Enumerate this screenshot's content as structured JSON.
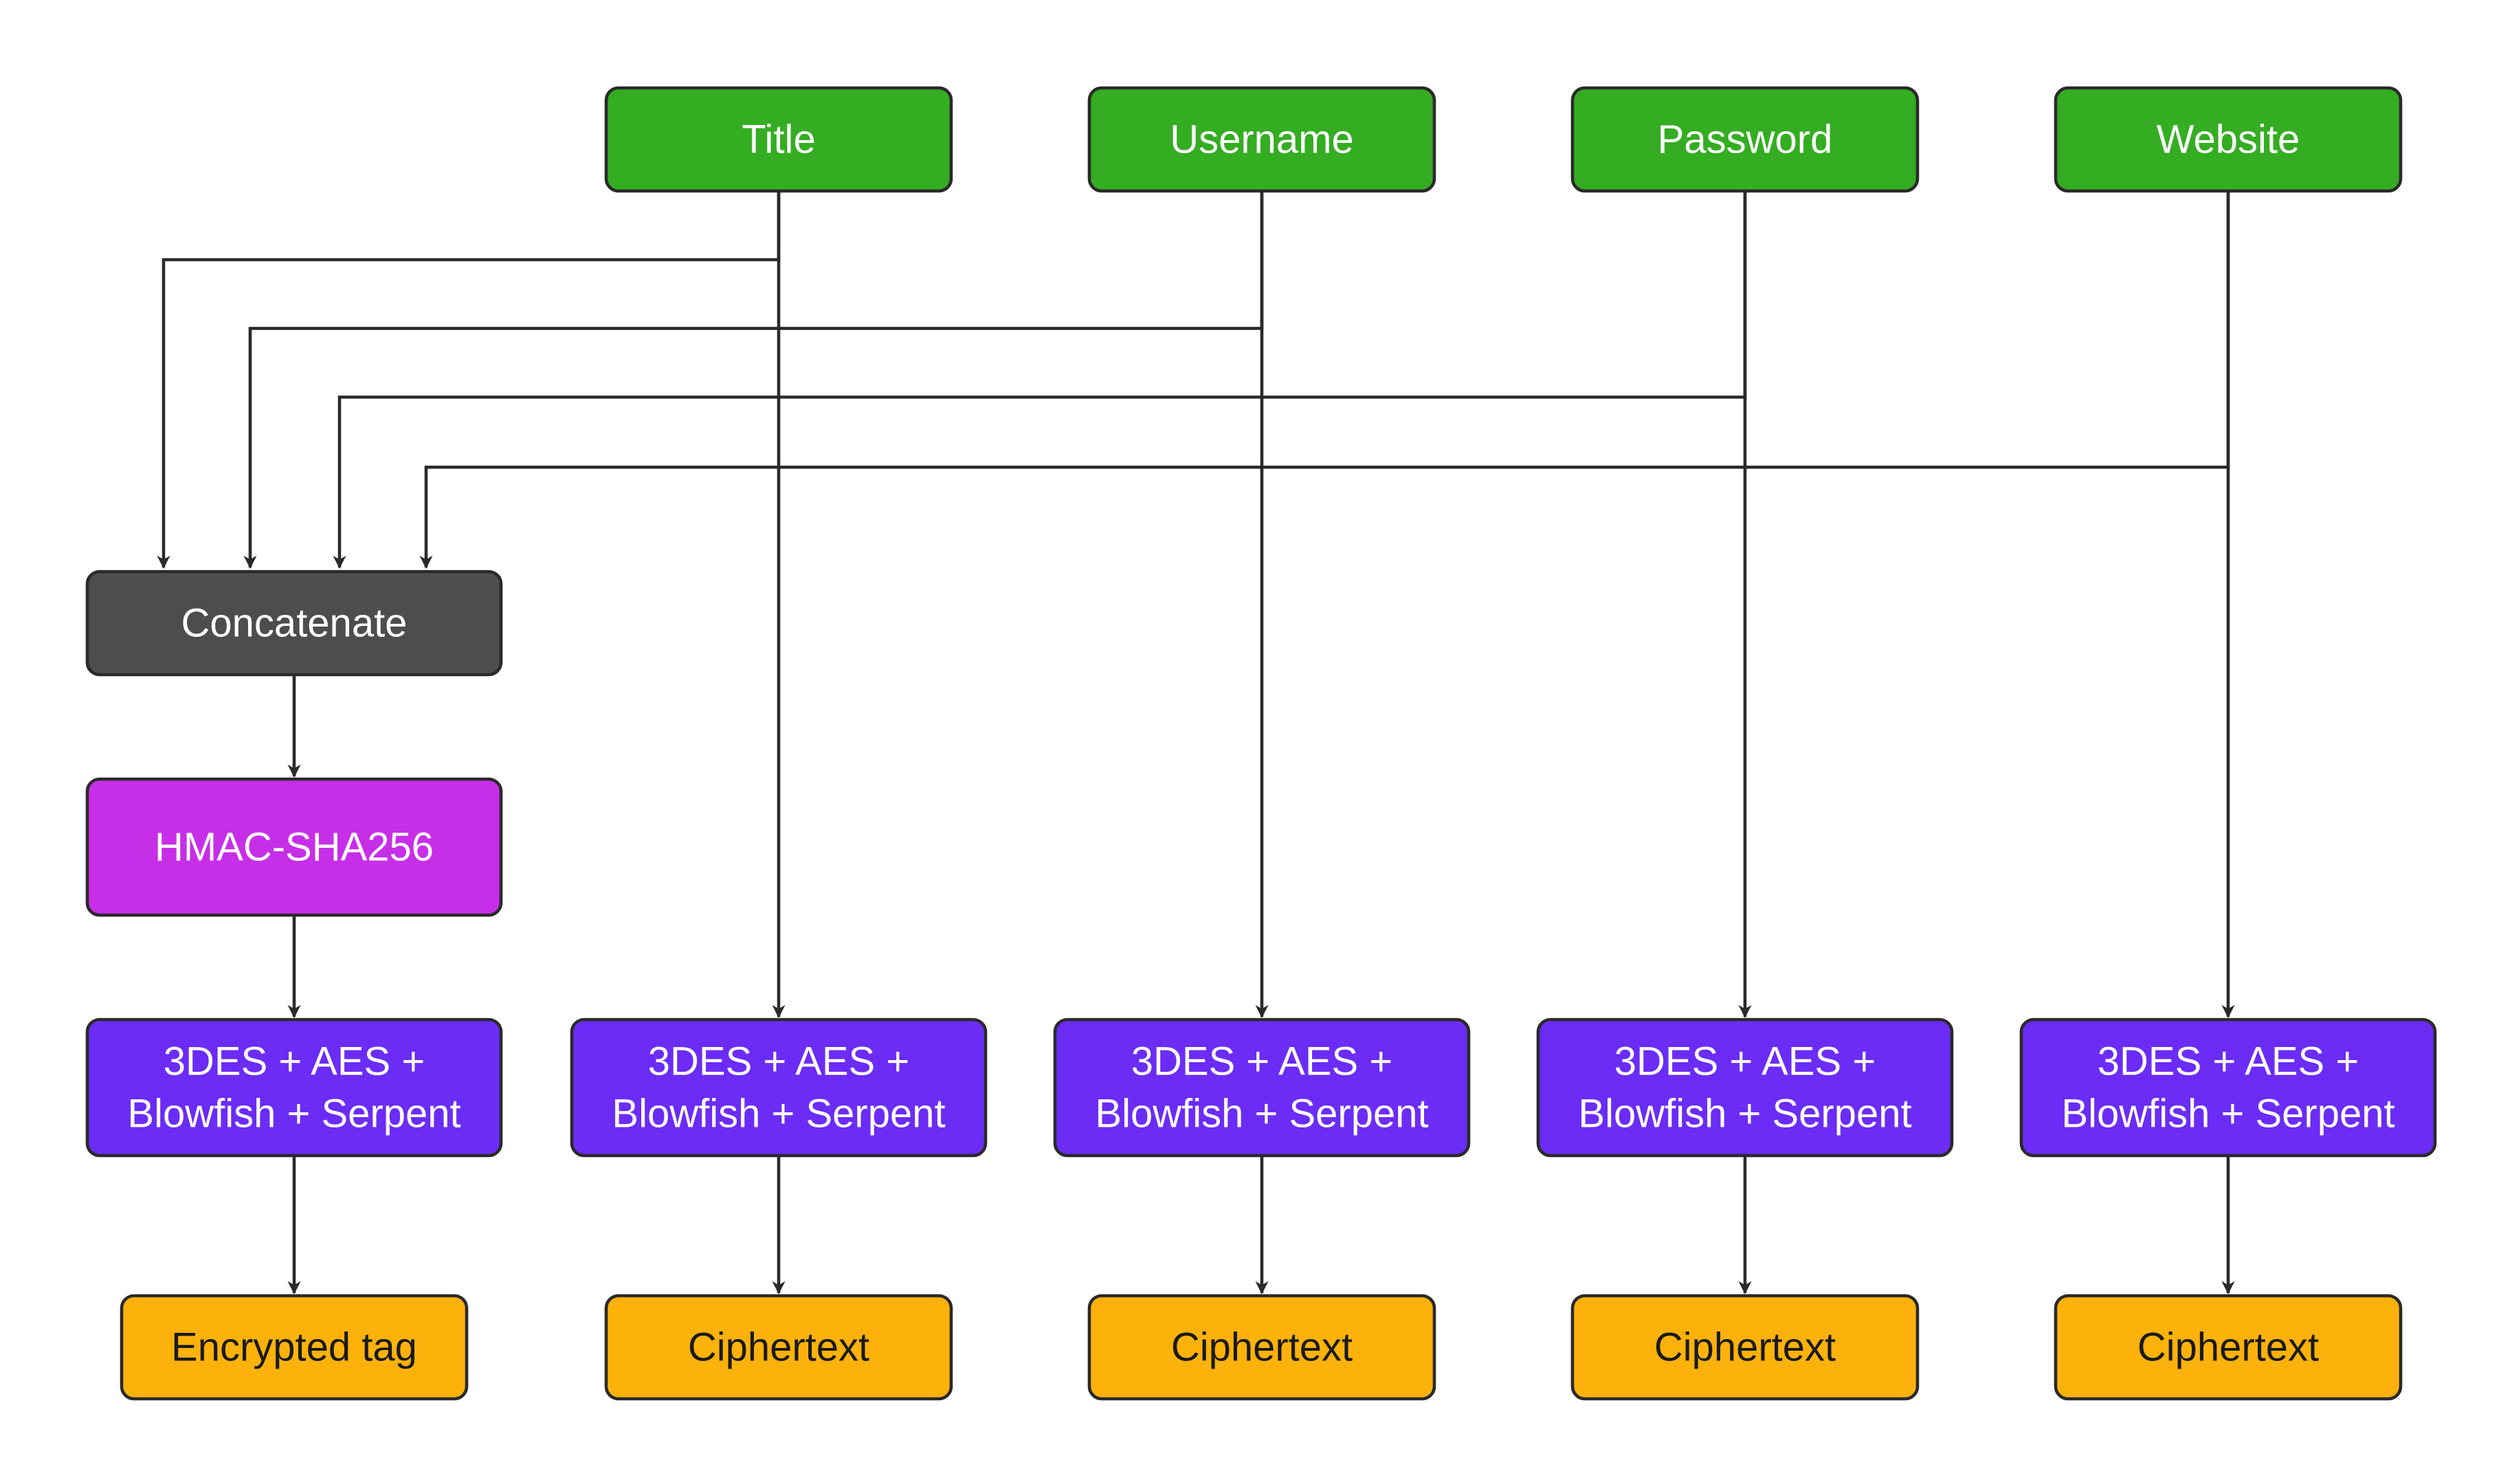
{
  "colors": {
    "input": "#34ad22",
    "concatenate": "#4d4d4d",
    "hmac": "#c72ee8",
    "cipher": "#6b2cf5",
    "output": "#fdb20b",
    "line": "#2a2a2a"
  },
  "inputs": {
    "title": "Title",
    "username": "Username",
    "password": "Password",
    "website": "Website"
  },
  "concatenate": "Concatenate",
  "hmac": "HMAC-SHA256",
  "cipher": {
    "line1": "3DES + AES +",
    "line2": "Blowfish + Serpent"
  },
  "outputs": {
    "tag": "Encrypted tag",
    "ciphertext": "Ciphertext"
  }
}
